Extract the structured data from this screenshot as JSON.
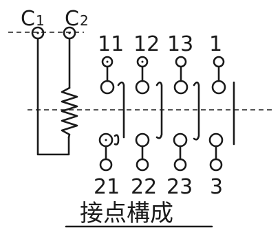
{
  "coil_terminals": [
    {
      "id": "c1",
      "label": "C",
      "sub": "1"
    },
    {
      "id": "c2",
      "label": "C",
      "sub": "2"
    }
  ],
  "top_contacts": [
    "11",
    "12",
    "13",
    "1"
  ],
  "bottom_contacts": [
    "21",
    "22",
    "23",
    "3"
  ],
  "caption": "接点構成"
}
